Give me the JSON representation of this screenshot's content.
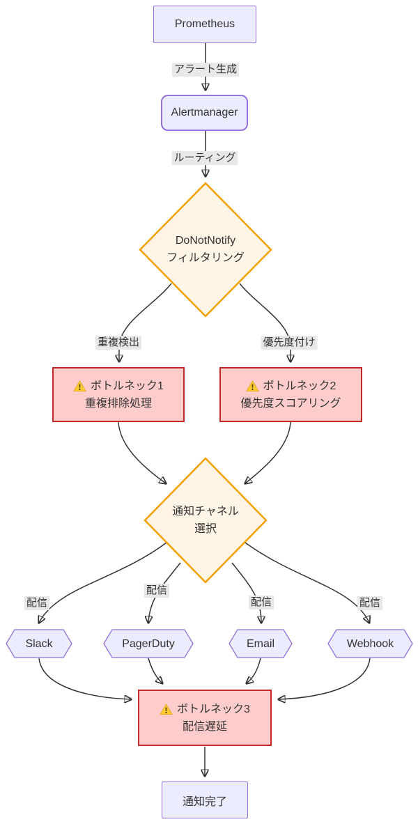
{
  "diagram": {
    "type": "flowchart",
    "direction": "top-down"
  },
  "nodes": {
    "prometheus": {
      "label": "Prometheus",
      "shape": "rectangle"
    },
    "alertmanager": {
      "label": "Alertmanager",
      "shape": "rounded-rectangle"
    },
    "donotnotify_filter": {
      "line1": "DoNotNotify",
      "line2": "フィルタリング",
      "shape": "diamond"
    },
    "bottleneck1": {
      "icon": "warning-icon",
      "line1": "ボトルネック1",
      "line2": "重複排除処理",
      "shape": "rectangle"
    },
    "bottleneck2": {
      "icon": "warning-icon",
      "line1": "ボトルネック2",
      "line2": "優先度スコアリング",
      "shape": "rectangle"
    },
    "channel_select": {
      "line1": "通知チャネル",
      "line2": "選択",
      "shape": "diamond"
    },
    "slack": {
      "label": "Slack",
      "shape": "hexagon"
    },
    "pagerduty": {
      "label": "PagerDuty",
      "shape": "hexagon"
    },
    "email": {
      "label": "Email",
      "shape": "hexagon"
    },
    "webhook": {
      "label": "Webhook",
      "shape": "hexagon"
    },
    "bottleneck3": {
      "icon": "warning-icon",
      "line1": "ボトルネック3",
      "line2": "配信遅延",
      "shape": "rectangle"
    },
    "complete": {
      "label": "通知完了",
      "shape": "rectangle"
    }
  },
  "edge_labels": {
    "alert_generation": "アラート生成",
    "routing": "ルーティング",
    "duplicate_detection": "重複検出",
    "prioritization": "優先度付け",
    "delivery_slack": "配信",
    "delivery_pagerduty": "配信",
    "delivery_email": "配信",
    "delivery_webhook": "配信"
  },
  "edges": [
    {
      "from": "prometheus",
      "to": "alertmanager",
      "label": "アラート生成"
    },
    {
      "from": "alertmanager",
      "to": "donotnotify_filter",
      "label": "ルーティング"
    },
    {
      "from": "donotnotify_filter",
      "to": "bottleneck1",
      "label": "重複検出"
    },
    {
      "from": "donotnotify_filter",
      "to": "bottleneck2",
      "label": "優先度付け"
    },
    {
      "from": "bottleneck1",
      "to": "channel_select",
      "label": ""
    },
    {
      "from": "bottleneck2",
      "to": "channel_select",
      "label": ""
    },
    {
      "from": "channel_select",
      "to": "slack",
      "label": "配信"
    },
    {
      "from": "channel_select",
      "to": "pagerduty",
      "label": "配信"
    },
    {
      "from": "channel_select",
      "to": "email",
      "label": "配信"
    },
    {
      "from": "channel_select",
      "to": "webhook",
      "label": "配信"
    },
    {
      "from": "slack",
      "to": "bottleneck3",
      "label": ""
    },
    {
      "from": "pagerduty",
      "to": "bottleneck3",
      "label": ""
    },
    {
      "from": "email",
      "to": "bottleneck3",
      "label": ""
    },
    {
      "from": "webhook",
      "to": "bottleneck3",
      "label": ""
    },
    {
      "from": "bottleneck3",
      "to": "complete",
      "label": ""
    }
  ],
  "colors": {
    "process_fill": "#ECECFF",
    "process_border": "#9370DB",
    "decision_fill": "#FFF5E6",
    "decision_border": "#F59F00",
    "bottleneck_fill": "#FFCCCC",
    "bottleneck_border": "#C62828",
    "edge_stroke": "#333333",
    "edge_label_bg": "#E8E8E8",
    "text": "#333333",
    "warning_yellow": "#FFCC33"
  }
}
